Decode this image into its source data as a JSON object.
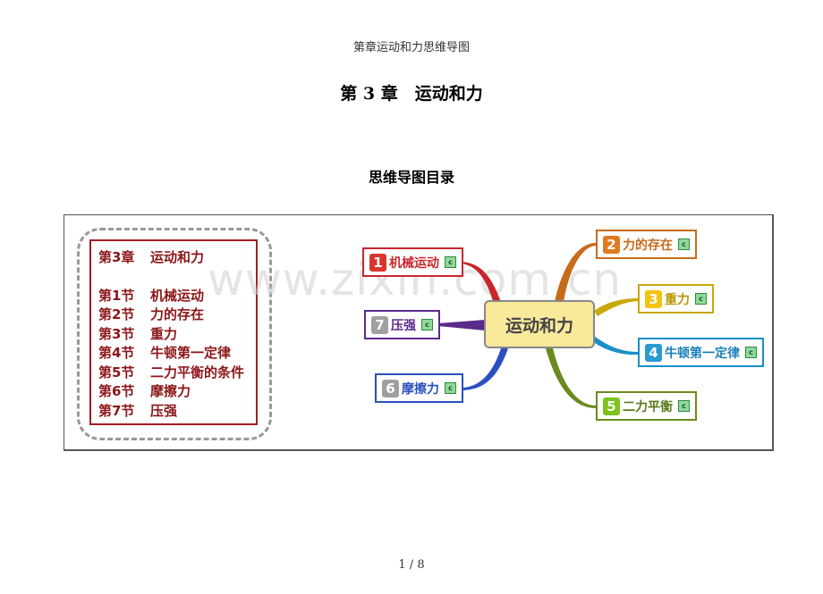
{
  "page": {
    "header": "第章运动和力思维导图",
    "title": "第 3 章　运动和力",
    "subtitle": "思维导图目录",
    "footer": "1 / 8"
  },
  "watermark": "www.zixin.com.cn",
  "toc": {
    "chapter": {
      "key": "第3章",
      "value": "运动和力"
    },
    "sections": [
      {
        "key": "第1节",
        "value": "机械运动"
      },
      {
        "key": "第2节",
        "value": "力的存在"
      },
      {
        "key": "第3节",
        "value": "重力"
      },
      {
        "key": "第4节",
        "value": "牛顿第一定律"
      },
      {
        "key": "第5节",
        "value": "二力平衡的条件"
      },
      {
        "key": "第6节",
        "value": "摩擦力"
      },
      {
        "key": "第7节",
        "value": "压强"
      }
    ]
  },
  "mindmap": {
    "center": "运动和力",
    "nodes": [
      {
        "num": "1",
        "label": "机械运动",
        "color": "#c8262c",
        "badge": "#d8362c"
      },
      {
        "num": "2",
        "label": "力的存在",
        "color": "#c86b1c",
        "badge": "#e07a20"
      },
      {
        "num": "3",
        "label": "重力",
        "color": "#c9a80c",
        "badge": "#f2c40c"
      },
      {
        "num": "4",
        "label": "牛顿第一定律",
        "color": "#1a8fc8",
        "badge": "#2a9ad2"
      },
      {
        "num": "5",
        "label": "二力平衡",
        "color": "#6b8a1e",
        "badge": "#7cc31c"
      },
      {
        "num": "6",
        "label": "摩擦力",
        "color": "#2a4fc0",
        "badge": "#a0a0a0"
      },
      {
        "num": "7",
        "label": "压强",
        "color": "#5a2a8a",
        "badge": "#a0a0a0"
      }
    ],
    "attachment_icon": "c"
  }
}
